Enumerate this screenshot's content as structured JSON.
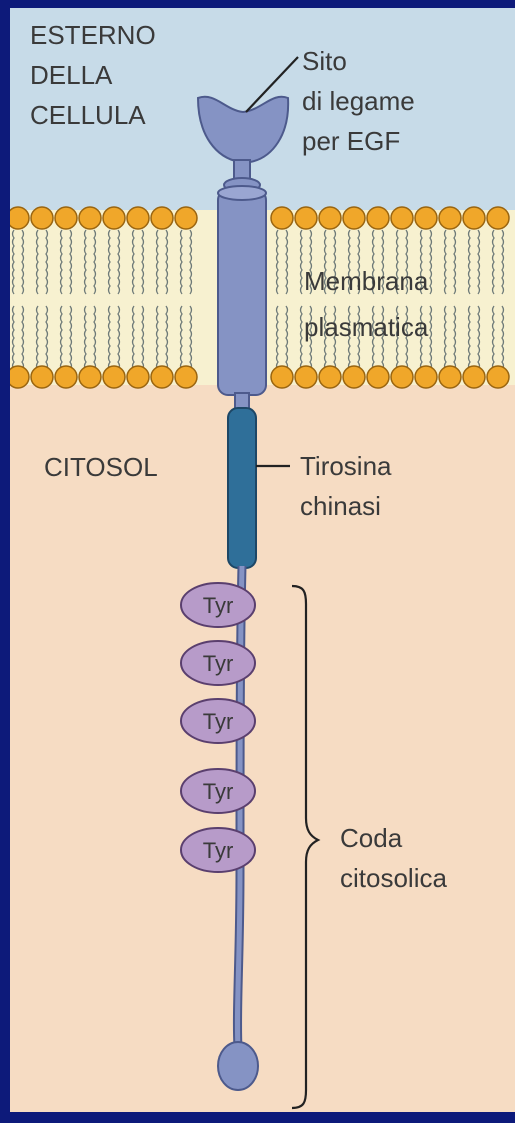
{
  "colors": {
    "frame": "#0d1a7a",
    "exterior": "#c7dbe8",
    "membrane": "#f7f1d0",
    "lipid_head": "#f0a72a",
    "cytosol": "#f6dcc3",
    "receptor": "#8593c4",
    "kinase": "#2f6f99",
    "tyr": "#b79bc9",
    "text": "#3a3a3a"
  },
  "labels": {
    "exterior": [
      "ESTERNO",
      "DELLA",
      "CELLULA"
    ],
    "binding_site": [
      "Sito",
      "di legame",
      "per EGF"
    ],
    "membrane": [
      "Membrana",
      "plasmatica"
    ],
    "cytosol": "CITOSOL",
    "kinase": [
      "Tirosina",
      "chinasi"
    ],
    "tail": [
      "Coda",
      "citosolica"
    ]
  },
  "tyrosines": [
    "Tyr",
    "Tyr",
    "Tyr",
    "Tyr",
    "Tyr"
  ]
}
